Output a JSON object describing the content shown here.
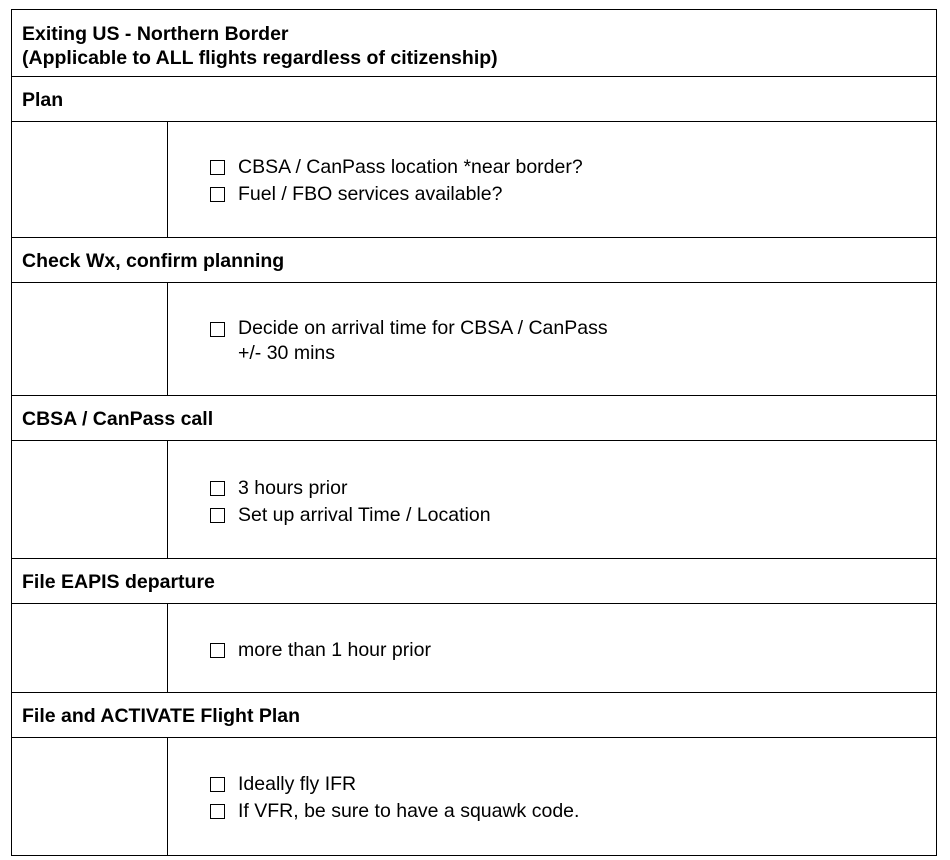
{
  "title": {
    "line1": "Exiting US - Northern Border",
    "line2": "(Applicable to ALL flights regardless of citizenship)"
  },
  "sections": [
    {
      "header": "Plan",
      "items": [
        "CBSA / CanPass location *near border?",
        "Fuel / FBO services available?"
      ]
    },
    {
      "header": "Check Wx, confirm planning",
      "items": [
        "Decide on arrival time for CBSA / CanPass\n+/- 30 mins"
      ]
    },
    {
      "header": "CBSA / CanPass call",
      "items": [
        "3 hours prior",
        "Set up arrival Time / Location"
      ]
    },
    {
      "header": "File EAPIS departure",
      "items": [
        "more than 1 hour prior"
      ]
    },
    {
      "header": "File and ACTIVATE Flight Plan",
      "items": [
        "Ideally fly IFR",
        "If VFR, be sure to have a squawk code."
      ]
    }
  ]
}
